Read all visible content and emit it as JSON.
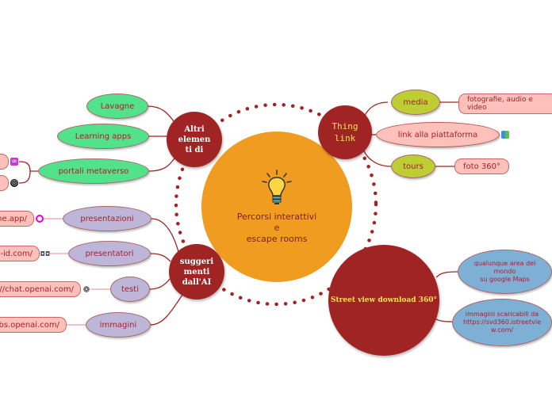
{
  "center": {
    "title_lines": [
      "Percorsi interattivi",
      "e",
      "escape rooms"
    ],
    "icon": "lightbulb-icon"
  },
  "altri": {
    "title": "Altri elementi di",
    "lines": [
      "Altri",
      "elemen",
      "ti di"
    ],
    "children": [
      {
        "label": "Lavagne"
      },
      {
        "label": "Learning apps"
      },
      {
        "label": "portali metaverso"
      }
    ]
  },
  "ai": {
    "lines": [
      "suggeri",
      "menti",
      "dall'AI"
    ],
    "children": [
      {
        "label": "presentazioni",
        "link": "ne.app/"
      },
      {
        "label": "presentatori",
        "link": "-id.com/"
      },
      {
        "label": "testi",
        "link": "s://chat.openai.com/"
      },
      {
        "label": "immagini",
        "link": "bs.openai.com/"
      }
    ]
  },
  "thinglink": {
    "lines": [
      "Thing",
      "link"
    ],
    "children": [
      {
        "label": "media",
        "link": "fotografie, audio e video"
      },
      {
        "label": "link alla piattaforma"
      },
      {
        "label": "tours",
        "link": "foto 360°"
      }
    ]
  },
  "street": {
    "title": "Street  view download 360°",
    "children": [
      {
        "lines": [
          "qualunque area del mondo",
          "su google Maps"
        ]
      },
      {
        "lines": [
          "immagini scaricabili da",
          "https://svd360.istreetview.com/"
        ]
      }
    ]
  },
  "colors": {
    "center": "#f09c20",
    "main_node": "#a12424",
    "green": "#52e28c",
    "lavender": "#bdb6d9",
    "olive": "#bfcd34",
    "pink": "#fdc0bb",
    "blue": "#7eb0d5"
  }
}
